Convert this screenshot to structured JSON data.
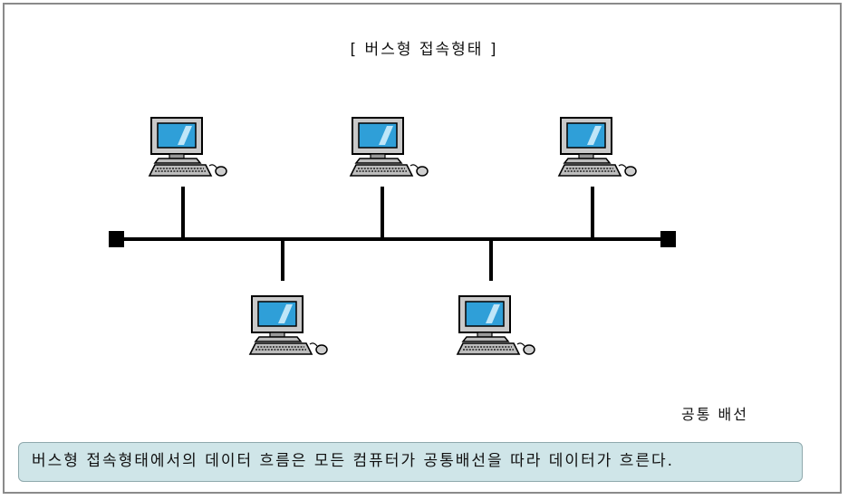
{
  "title": "[ 버스형 접속형태 ]",
  "bus_label": "공통 배선",
  "caption": "버스형 접속형태에서의 데이터 흐름은 모든 컴퓨터가 공통배선을 따라 데이터가 흐른다.",
  "colors": {
    "screen": "#2f9fd8",
    "monitor_body": "#c8c8c8",
    "cable": "#000000",
    "caption_bg": "#cfe5e8"
  },
  "icons": {
    "computer": "computer-icon",
    "terminator": "terminator-icon"
  }
}
